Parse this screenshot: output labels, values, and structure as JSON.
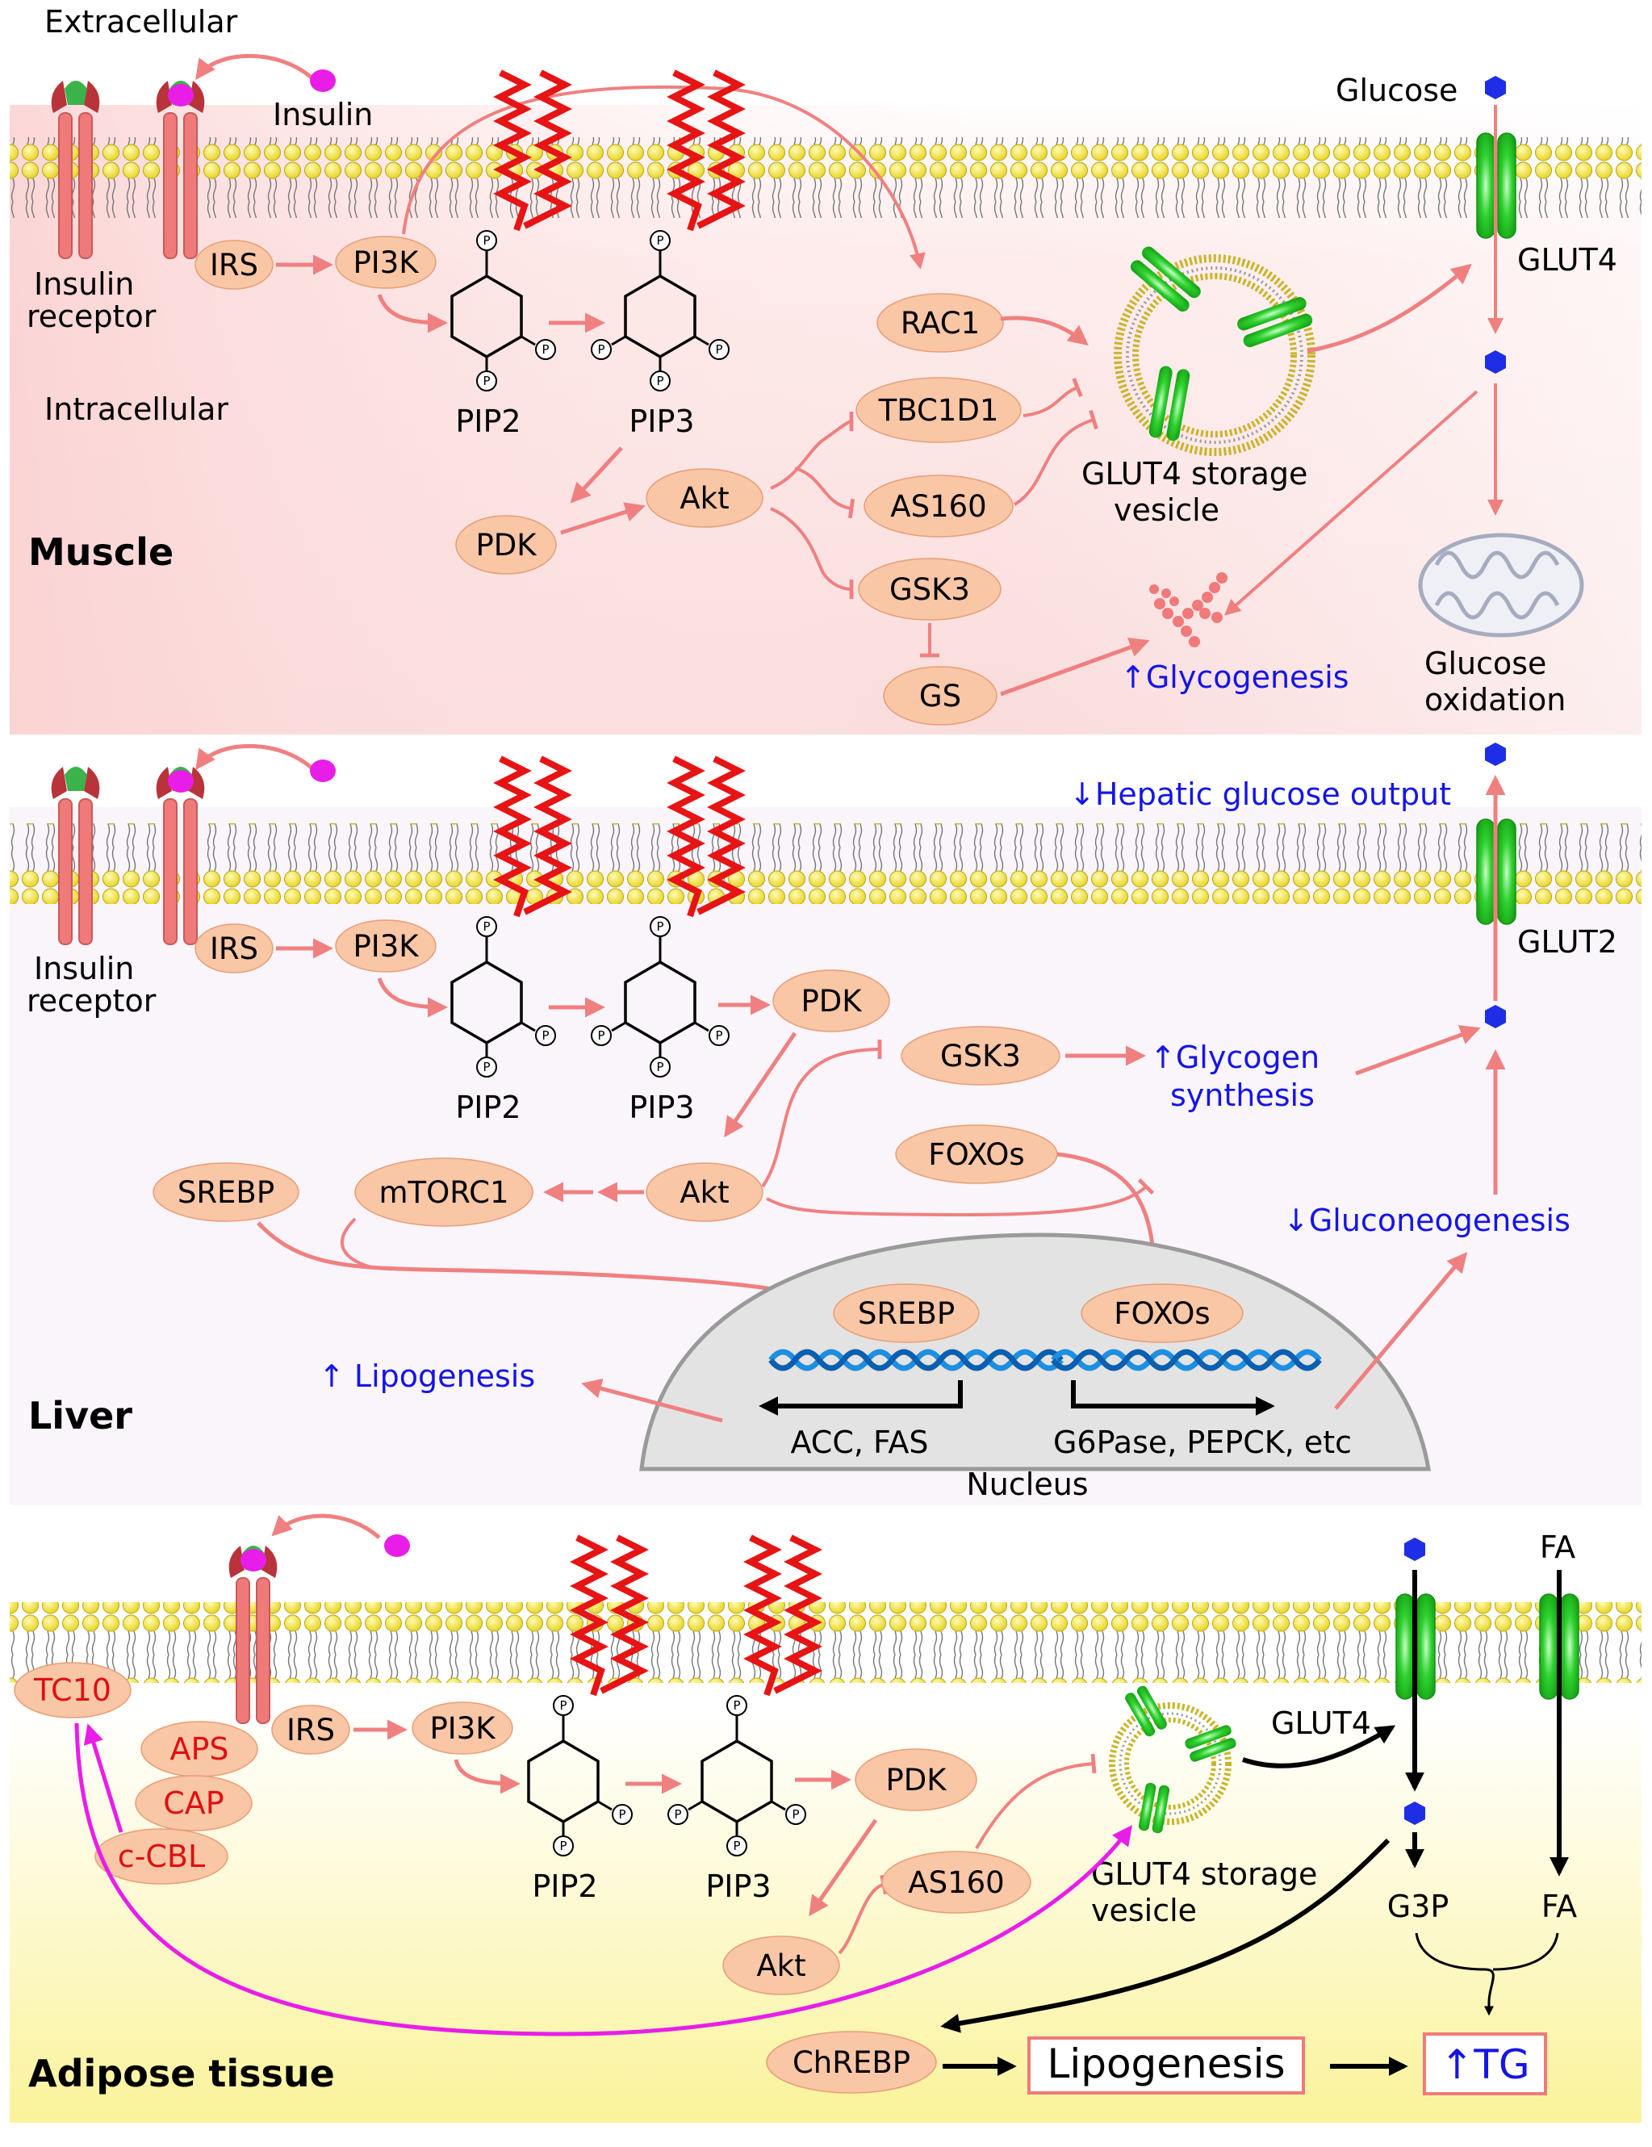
{
  "colors": {
    "arrow": "#f08080",
    "inhibit": "#f08080",
    "node_fill": "#f9c6a6",
    "node_stroke": "#e89e76",
    "blue_text": "#1515e6",
    "magenta": "#e81ee8",
    "membrane_head": "#f2e23a",
    "glut": "#2fd12f",
    "receptor": "#f07a7a",
    "muscle_bg": "#fbdede",
    "liver_bg": "#f8f3fa",
    "adipose_bg": "#fbf7a8"
  },
  "muscle": {
    "section_label": "Muscle",
    "extracellular": "Extracellular",
    "intracellular": "Intracellular",
    "insulin": "Insulin",
    "receptor_line1": "Insulin",
    "receptor_line2": "receptor",
    "irs": "IRS",
    "pi3k": "PI3K",
    "pip2": "PIP2",
    "pip3": "PIP3",
    "pdk": "PDK",
    "akt": "Akt",
    "rac1": "RAC1",
    "tbc1d1": "TBC1D1",
    "as160": "AS160",
    "gsk3": "GSK3",
    "gs": "GS",
    "vesicle_line1": "GLUT4 storage",
    "vesicle_line2": "vesicle",
    "glycogenesis": "Glycogenesis",
    "glucose": "Glucose",
    "glut4": "GLUT4",
    "oxidation_line1": "Glucose",
    "oxidation_line2": "oxidation"
  },
  "liver": {
    "section_label": "Liver",
    "receptor_line1": "Insulin",
    "receptor_line2": "receptor",
    "irs": "IRS",
    "pi3k": "PI3K",
    "pip2": "PIP2",
    "pip3": "PIP3",
    "pdk": "PDK",
    "akt": "Akt",
    "mtorc1": "mTORC1",
    "srebp": "SREBP",
    "srebp_nuclear": "SREBP",
    "gsk3": "GSK3",
    "foxos": "FOXOs",
    "foxos_nuclear": "FOXOs",
    "glycogen_line1": "Glycogen",
    "glycogen_line2": "synthesis",
    "hepatic_output": "Hepatic glucose output",
    "glut2": "GLUT2",
    "gluconeogenesis": "Gluconeogenesis",
    "lipogenesis": "Lipogenesis",
    "acc_fas": "ACC, FAS",
    "g6pase": "G6Pase, PEPCK, etc",
    "nucleus": "Nucleus"
  },
  "adipose": {
    "section_label": "Adipose tissue",
    "tc10": "TC10",
    "aps": "APS",
    "cap": "CAP",
    "ccbl": "c-CBL",
    "irs": "IRS",
    "pi3k": "PI3K",
    "pip2": "PIP2",
    "pip3": "PIP3",
    "pdk": "PDK",
    "akt": "Akt",
    "as160": "AS160",
    "vesicle_line1": "GLUT4 storage",
    "vesicle_line2": "vesicle",
    "glut4": "GLUT4",
    "fa_top": "FA",
    "g3p": "G3P",
    "fa_bottom": "FA",
    "chrebp": "ChREBP",
    "lipogenesis": "Lipogenesis",
    "tg": "TG"
  },
  "phospho": "P"
}
